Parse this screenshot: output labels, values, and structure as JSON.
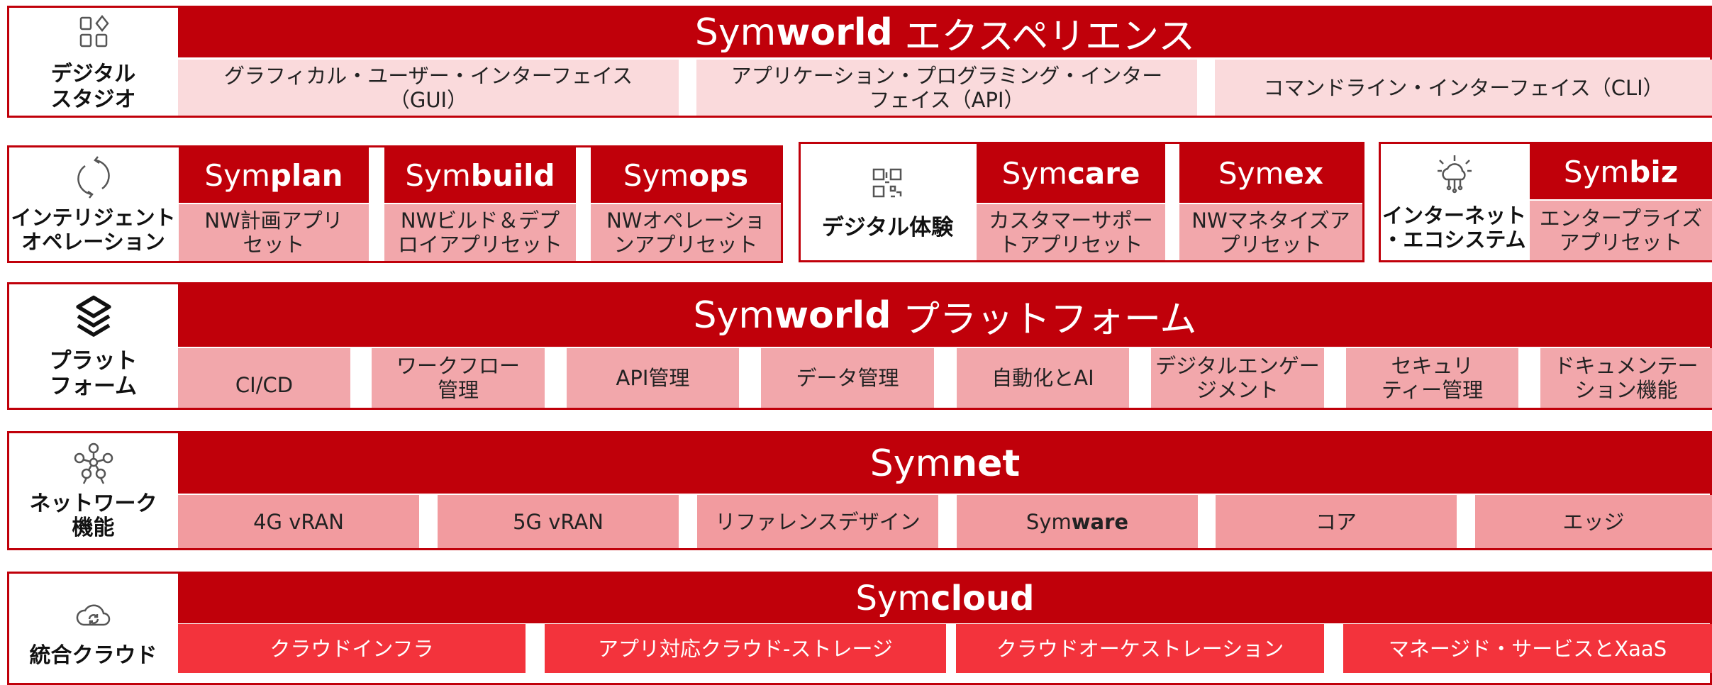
{
  "digital_studio": {
    "label_lines": [
      "デジタル",
      "スタジオ"
    ],
    "icon": "shapes-icon",
    "banner_light": "Sym",
    "banner_bold": "world",
    "banner_rest": " エクスペリエンス",
    "cells": [
      {
        "lines": [
          "グラフィカル・ユーザー・インターフェイス",
          "（GUI）"
        ]
      },
      {
        "lines": [
          "アプリケーション・プログラミング・インター",
          "フェイス（API）"
        ]
      },
      {
        "lines": [
          "コマンドライン・インターフェイス（CLI）"
        ]
      }
    ]
  },
  "intelligent_ops": {
    "label_lines": [
      "インテリジェント",
      "オペレーション"
    ],
    "icon": "cycle-arrows-icon",
    "modules": [
      {
        "light": "Sym",
        "bold": "plan",
        "lines": [
          "NW計画アプリ",
          "セット"
        ]
      },
      {
        "light": "Sym",
        "bold": "build",
        "lines": [
          "NWビルド＆デプ",
          "ロイアプリセット"
        ]
      },
      {
        "light": "Sym",
        "bold": "ops",
        "lines": [
          "NWオペレーショ",
          "ンアプリセット"
        ]
      }
    ]
  },
  "digital_experience": {
    "label_lines": [
      "デジタル体験"
    ],
    "icon": "qr-code-icon",
    "modules": [
      {
        "light": "Sym",
        "bold": "care",
        "lines": [
          "カスタマーサポー",
          "トアプリセット"
        ]
      },
      {
        "light": "Sym",
        "bold": "ex",
        "lines": [
          "NWマネタイズア",
          "プリセット"
        ]
      }
    ]
  },
  "internet_ecosystem": {
    "label_lines": [
      "インターネット",
      "・エコシステム"
    ],
    "icon": "cloud-network-icon",
    "modules": [
      {
        "light": "Sym",
        "bold": "biz",
        "lines": [
          "エンタープライズ",
          "アプリセット"
        ]
      }
    ]
  },
  "platform": {
    "label_lines": [
      "プラット",
      "フォーム"
    ],
    "icon": "layers-icon",
    "banner_light": "Sym",
    "banner_bold": "world",
    "banner_rest": " プラットフォーム",
    "cells": [
      {
        "lines": [
          "CI/CD"
        ]
      },
      {
        "lines": [
          "ワークフロー",
          "管理"
        ]
      },
      {
        "lines": [
          "API管理"
        ]
      },
      {
        "lines": [
          "データ管理"
        ]
      },
      {
        "lines": [
          "自動化とAI"
        ]
      },
      {
        "lines": [
          "デジタルエンゲー",
          "ジメント"
        ]
      },
      {
        "lines": [
          "セキュリ",
          "ティー管理"
        ]
      },
      {
        "lines": [
          "ドキュメンテー",
          "ション機能"
        ]
      }
    ]
  },
  "network": {
    "label_lines": [
      "ネットワーク",
      "機能"
    ],
    "icon": "network-nodes-icon",
    "banner_light": "Sym",
    "banner_bold": "net",
    "cells": [
      {
        "text": "4G vRAN"
      },
      {
        "text": "5G vRAN"
      },
      {
        "text": "リファレンスデザイン"
      },
      {
        "light": "Sym",
        "bold": "ware"
      },
      {
        "text": "コア"
      },
      {
        "text": "エッジ"
      }
    ]
  },
  "cloud": {
    "label_lines": [
      "統合クラウド"
    ],
    "icon": "cloud-sync-icon",
    "banner_light": "Sym",
    "banner_bold": "cloud",
    "cells": [
      {
        "text": "クラウドインフラ"
      },
      {
        "text": "アプリ対応クラウド-ストレージ"
      },
      {
        "text": "クラウドオーケストレーション"
      },
      {
        "text": "マネージド・サービスとXaaS"
      }
    ]
  }
}
